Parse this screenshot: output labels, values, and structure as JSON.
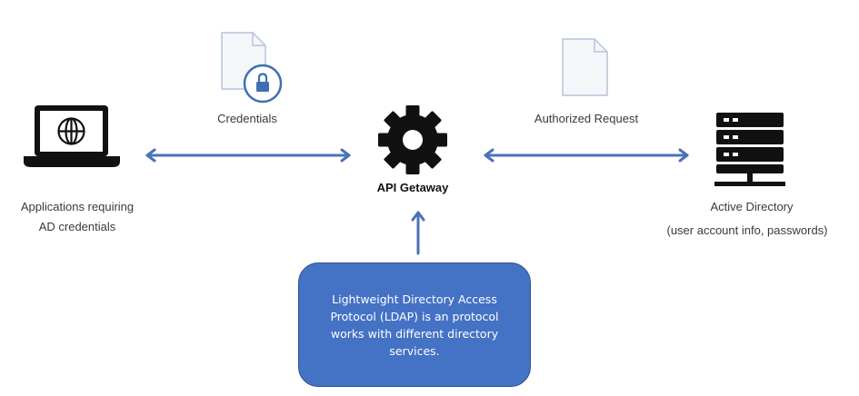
{
  "nodes": {
    "app": {
      "line1": "Applications requiring",
      "line2": "AD credentials"
    },
    "gateway": {
      "label": "API Getaway"
    },
    "ad": {
      "line1": "Active Directory",
      "line2": "(user account info, passwords)"
    }
  },
  "edges": {
    "credentials": {
      "label": "Credentials"
    },
    "authorized": {
      "label": "Authorized Request"
    }
  },
  "note": {
    "text": "Lightweight Directory Access Protocol (LDAP) is an protocol works with different directory services."
  },
  "colors": {
    "arrow": "#4a72b8",
    "note_fill": "#4472c4",
    "doc_stroke": "#b8c4d6",
    "lock": "#3f6fb3",
    "icon_dark": "#111111"
  },
  "icons": {
    "laptop": "laptop-globe-icon",
    "gear": "gear-icon",
    "server": "server-icon",
    "doc_locked": "document-lock-icon",
    "doc": "document-icon"
  }
}
